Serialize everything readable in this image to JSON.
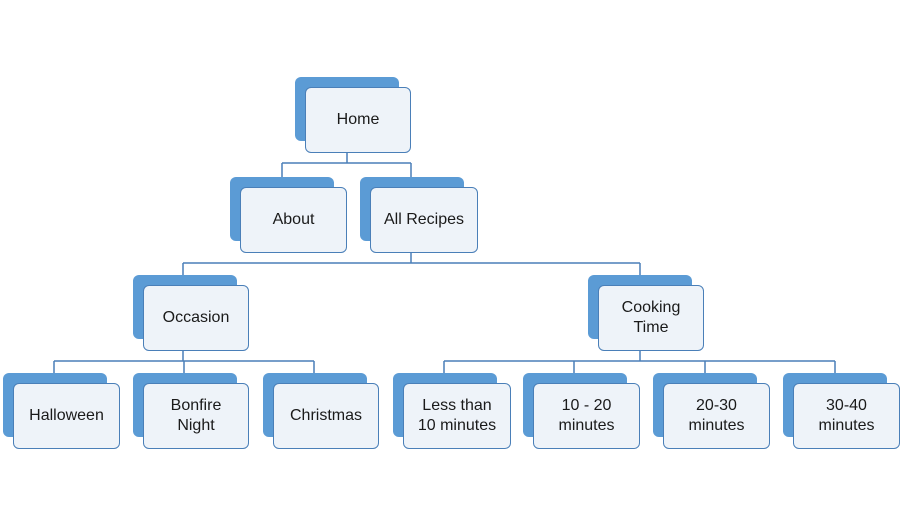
{
  "colors": {
    "shadow": "#5b9bd5",
    "box_fill": "#eef3f9",
    "border": "#4a7fb8",
    "line": "#4a7fb8"
  },
  "nodes": {
    "home": "Home",
    "about": "About",
    "all_recipes": "All Recipes",
    "occasion": "Occasion",
    "cooking_time": "Cooking\nTime",
    "halloween": "Halloween",
    "bonfire_night": "Bonfire\nNight",
    "christmas": "Christmas",
    "less_than_10": "Less than\n10 minutes",
    "t10_20": "10 - 20\nminutes",
    "t20_30": "20-30\nminutes",
    "t30_40": "30-40\nminutes"
  }
}
